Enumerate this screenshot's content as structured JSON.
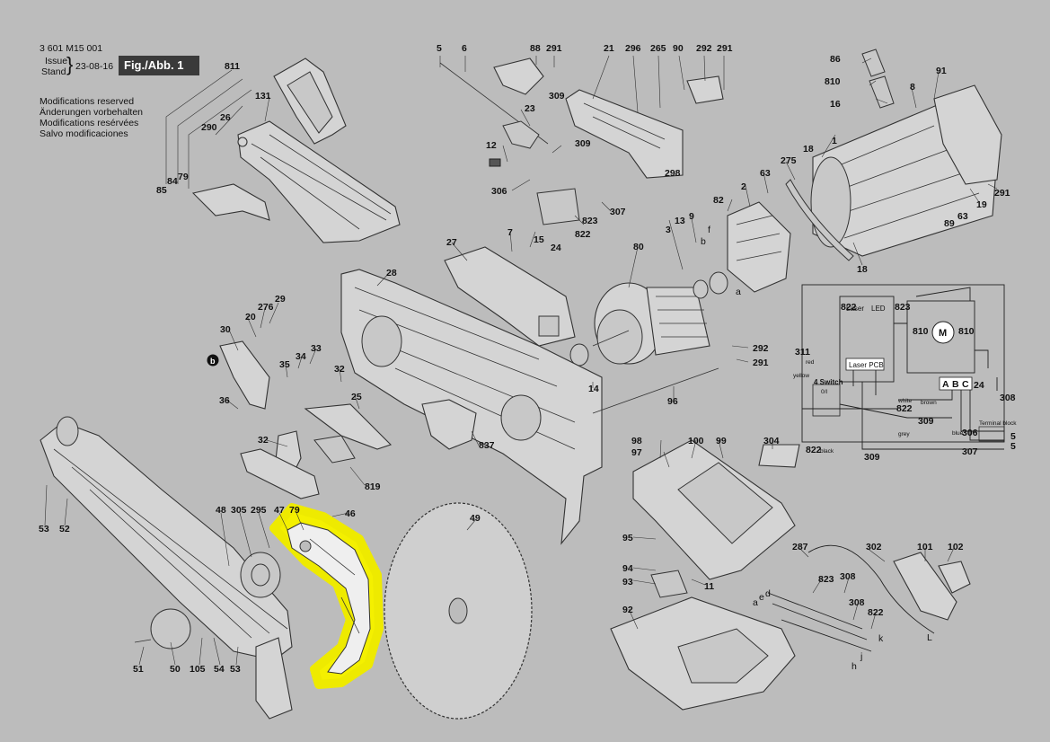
{
  "header": {
    "part_number": "3 601 M15 001",
    "issue_label_1": "Issue",
    "issue_label_2": "Stand",
    "issue_date": "23-08-16",
    "figure": "Fig./Abb. 1",
    "modifications": [
      "Modifications reserved",
      "Änderungen vorbehalten",
      "Modifications resérvées",
      "Salvo modificaciones"
    ]
  },
  "highlight_color": "#f4f000",
  "callouts": [
    {
      "id": "5",
      "text": "5"
    },
    {
      "id": "6",
      "text": "6"
    },
    {
      "id": "88",
      "text": "88"
    },
    {
      "id": "291a",
      "text": "291"
    },
    {
      "id": "21",
      "text": "21"
    },
    {
      "id": "296",
      "text": "296"
    },
    {
      "id": "265",
      "text": "265"
    },
    {
      "id": "90",
      "text": "90"
    },
    {
      "id": "292a",
      "text": "292"
    },
    {
      "id": "291b",
      "text": "291"
    },
    {
      "id": "86",
      "text": "86"
    },
    {
      "id": "91",
      "text": "91"
    },
    {
      "id": "810a",
      "text": "810"
    },
    {
      "id": "8",
      "text": "8"
    },
    {
      "id": "16",
      "text": "16"
    },
    {
      "id": "811",
      "text": "811"
    },
    {
      "id": "131",
      "text": "131"
    },
    {
      "id": "26",
      "text": "26"
    },
    {
      "id": "290",
      "text": "290"
    },
    {
      "id": "85",
      "text": "85"
    },
    {
      "id": "84",
      "text": "84"
    },
    {
      "id": "79a",
      "text": "79"
    },
    {
      "id": "309a",
      "text": "309"
    },
    {
      "id": "23",
      "text": "23"
    },
    {
      "id": "12",
      "text": "12"
    },
    {
      "id": "309b",
      "text": "309"
    },
    {
      "id": "306a",
      "text": "306"
    },
    {
      "id": "823a",
      "text": "823"
    },
    {
      "id": "307a",
      "text": "307"
    },
    {
      "id": "822a",
      "text": "822"
    },
    {
      "id": "24a",
      "text": "24"
    },
    {
      "id": "298",
      "text": "298"
    },
    {
      "id": "1",
      "text": "1"
    },
    {
      "id": "18a",
      "text": "18"
    },
    {
      "id": "275",
      "text": "275"
    },
    {
      "id": "63a",
      "text": "63"
    },
    {
      "id": "2",
      "text": "2"
    },
    {
      "id": "82",
      "text": "82"
    },
    {
      "id": "291c",
      "text": "291"
    },
    {
      "id": "19",
      "text": "19"
    },
    {
      "id": "63b",
      "text": "63"
    },
    {
      "id": "89",
      "text": "89"
    },
    {
      "id": "18b",
      "text": "18"
    },
    {
      "id": "13",
      "text": "13"
    },
    {
      "id": "9",
      "text": "9"
    },
    {
      "id": "3",
      "text": "3"
    },
    {
      "id": "7",
      "text": "7"
    },
    {
      "id": "15",
      "text": "15"
    },
    {
      "id": "27",
      "text": "27"
    },
    {
      "id": "80",
      "text": "80"
    },
    {
      "id": "28",
      "text": "28"
    },
    {
      "id": "29",
      "text": "29"
    },
    {
      "id": "276",
      "text": "276"
    },
    {
      "id": "20",
      "text": "20"
    },
    {
      "id": "30",
      "text": "30"
    },
    {
      "id": "33",
      "text": "33"
    },
    {
      "id": "34",
      "text": "34"
    },
    {
      "id": "35",
      "text": "35"
    },
    {
      "id": "32a",
      "text": "32"
    },
    {
      "id": "25",
      "text": "25"
    },
    {
      "id": "36",
      "text": "36"
    },
    {
      "id": "14",
      "text": "14"
    },
    {
      "id": "292b",
      "text": "292"
    },
    {
      "id": "291d",
      "text": "291"
    },
    {
      "id": "96",
      "text": "96"
    },
    {
      "id": "837",
      "text": "837"
    },
    {
      "id": "32b",
      "text": "32"
    },
    {
      "id": "819",
      "text": "819"
    },
    {
      "id": "98",
      "text": "98"
    },
    {
      "id": "97",
      "text": "97"
    },
    {
      "id": "100",
      "text": "100"
    },
    {
      "id": "99",
      "text": "99"
    },
    {
      "id": "304",
      "text": "304"
    },
    {
      "id": "53a",
      "text": "53"
    },
    {
      "id": "52",
      "text": "52"
    },
    {
      "id": "48",
      "text": "48"
    },
    {
      "id": "305",
      "text": "305"
    },
    {
      "id": "295",
      "text": "295"
    },
    {
      "id": "47",
      "text": "47"
    },
    {
      "id": "79b",
      "text": "79"
    },
    {
      "id": "46",
      "text": "46"
    },
    {
      "id": "49",
      "text": "49"
    },
    {
      "id": "95",
      "text": "95"
    },
    {
      "id": "287",
      "text": "287"
    },
    {
      "id": "302",
      "text": "302"
    },
    {
      "id": "101",
      "text": "101"
    },
    {
      "id": "102",
      "text": "102"
    },
    {
      "id": "94",
      "text": "94"
    },
    {
      "id": "93",
      "text": "93"
    },
    {
      "id": "11",
      "text": "11"
    },
    {
      "id": "823b",
      "text": "823"
    },
    {
      "id": "308a",
      "text": "308"
    },
    {
      "id": "308b",
      "text": "308"
    },
    {
      "id": "822b",
      "text": "822"
    },
    {
      "id": "92",
      "text": "92"
    },
    {
      "id": "51",
      "text": "51"
    },
    {
      "id": "50",
      "text": "50"
    },
    {
      "id": "105",
      "text": "105"
    },
    {
      "id": "54",
      "text": "54"
    },
    {
      "id": "53b",
      "text": "53"
    },
    {
      "id": "24b",
      "text": "24"
    },
    {
      "id": "308c",
      "text": "308"
    },
    {
      "id": "822c",
      "text": "822"
    },
    {
      "id": "309c",
      "text": "309"
    },
    {
      "id": "306b",
      "text": "306"
    },
    {
      "id": "307b",
      "text": "307"
    },
    {
      "id": "5b",
      "text": "5"
    },
    {
      "id": "5c",
      "text": "5"
    },
    {
      "id": "822d",
      "text": "822"
    },
    {
      "id": "309d",
      "text": "309"
    },
    {
      "id": "822e",
      "text": "822"
    },
    {
      "id": "823c",
      "text": "823"
    },
    {
      "id": "311",
      "text": "311"
    },
    {
      "id": "810b",
      "text": "810"
    },
    {
      "id": "810c",
      "text": "810"
    }
  ],
  "letters": {
    "a1": "a",
    "b1": "b",
    "f1": "f",
    "a2": "a",
    "e1": "e",
    "d1": "d",
    "k": "k",
    "j": "j",
    "h": "h",
    "L": "L",
    "b_marker": "b"
  },
  "wiring": {
    "laser": "Laser",
    "led": "LED",
    "laser_pcb": "Laser PCB",
    "switch": "4 Switch",
    "switch_sub": "0/I",
    "motor": "M",
    "abc": [
      "A",
      "B",
      "C"
    ],
    "wire_white": "white",
    "wire_brown": "brown",
    "wire_grey": "grey",
    "wire_blue": "blue",
    "wire_black": "black",
    "wire_yellow": "yellow",
    "wire_red": "red",
    "terminal_block": "Terminal block"
  }
}
